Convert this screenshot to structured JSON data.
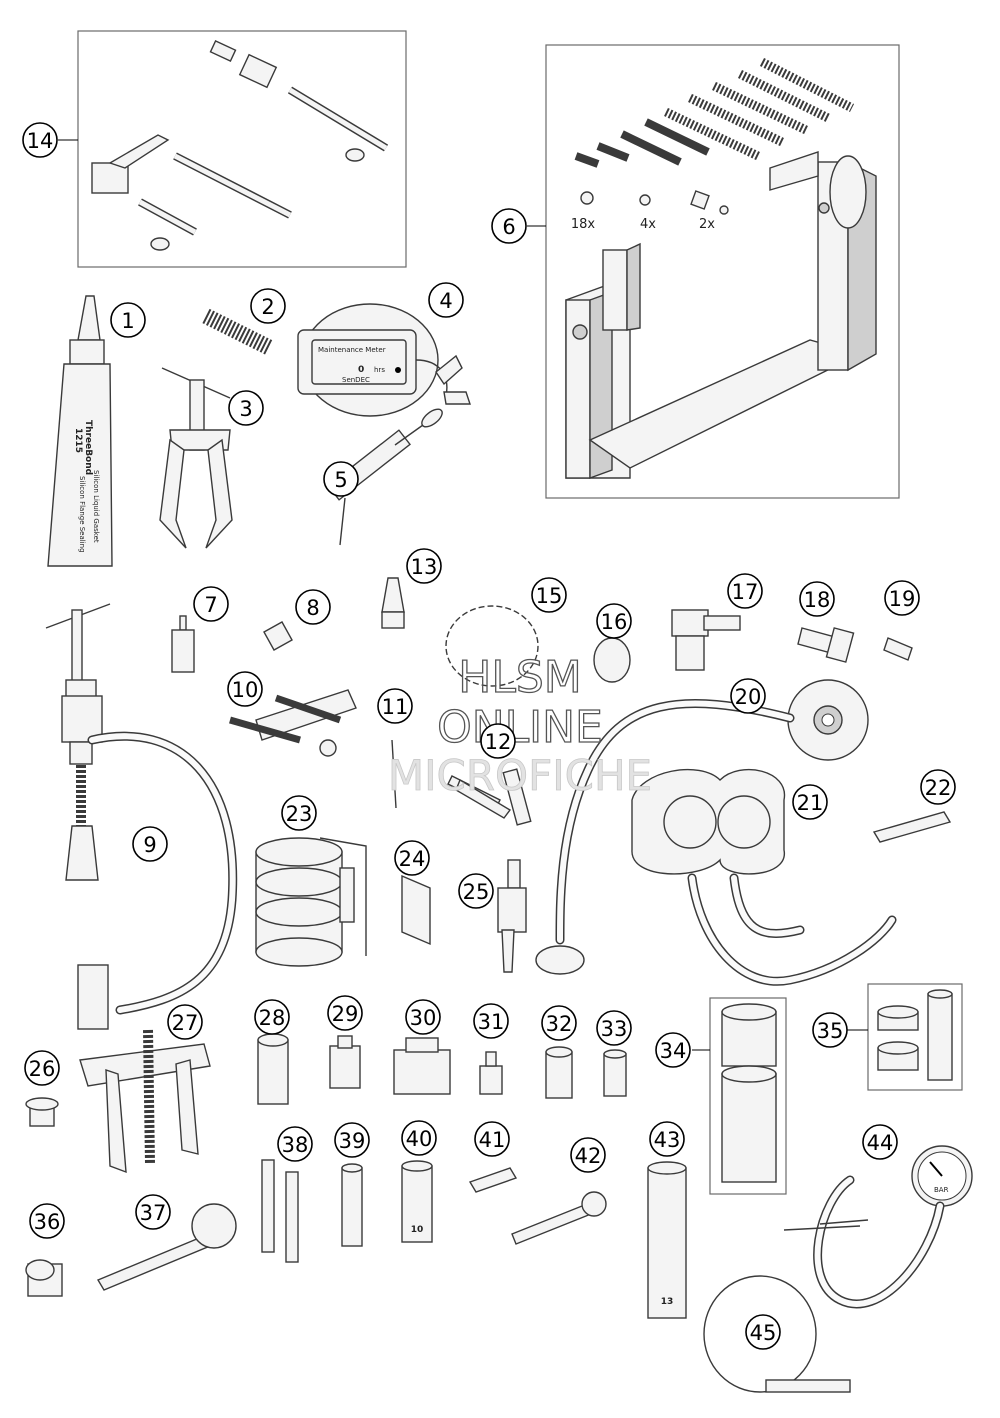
{
  "callouts": [
    "1",
    "2",
    "3",
    "4",
    "5",
    "6",
    "7",
    "8",
    "9",
    "10",
    "11",
    "12",
    "13",
    "14",
    "15",
    "16",
    "17",
    "18",
    "19",
    "20",
    "21",
    "22",
    "23",
    "24",
    "25",
    "26",
    "27",
    "28",
    "29",
    "30",
    "31",
    "32",
    "33",
    "34",
    "35",
    "36",
    "37",
    "38",
    "39",
    "40",
    "41",
    "42",
    "43",
    "44",
    "45"
  ],
  "watermark": {
    "line1": "HLSM",
    "line2": "ONLINE",
    "line3": "MICROFICHE"
  },
  "kit_quantities": {
    "nuts": "18x",
    "washers": "4x",
    "plates": "2x"
  },
  "tube_label": {
    "brand": "ThreeBond",
    "number": "1215",
    "desc1": "Silicon Liquid Gasket",
    "desc2": "Silicon Flange Sealing"
  },
  "meter_label": {
    "title": "Maintenance Meter",
    "reading": "0",
    "unit": "hrs",
    "brand": "SenDEC"
  },
  "socket_40_label": "10",
  "socket_43_label": "13",
  "gauge_44_label": "BAR"
}
